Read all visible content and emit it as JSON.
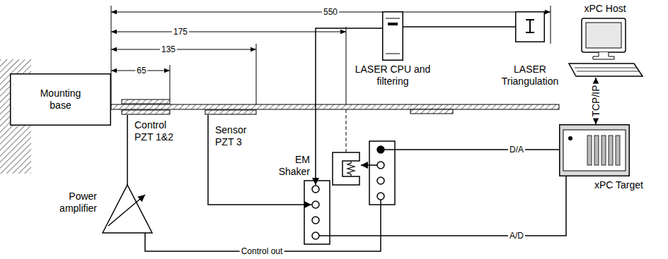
{
  "diagram": {
    "nodes": [
      {
        "text": [
          "Mounting base"
        ]
      },
      {
        "text": [
          "Control PZT 1&2"
        ]
      },
      {
        "text": [
          "Sensor PZT 3"
        ]
      },
      {
        "text": [
          "EM Shaker"
        ]
      },
      {
        "text": [
          "LASER CPU and filtering"
        ]
      },
      {
        "text": [
          "LASER Triangulation"
        ]
      },
      {
        "text": [
          "xPC Host"
        ]
      },
      {
        "text": [
          "xPC Target"
        ]
      },
      {
        "text": [
          "Power amplifier"
        ]
      }
    ],
    "edges": [
      {
        "from": 8,
        "to": 1,
        "arrow": "none"
      },
      {
        "from": 4,
        "to": 5,
        "arrow": "none"
      },
      {
        "from": 6,
        "to": 7,
        "arrow": "both",
        "label": "TCP/IP"
      }
    ],
    "labels": [
      "550",
      "175",
      "135",
      "65",
      "D/A",
      "A/D",
      "Control out"
    ]
  }
}
